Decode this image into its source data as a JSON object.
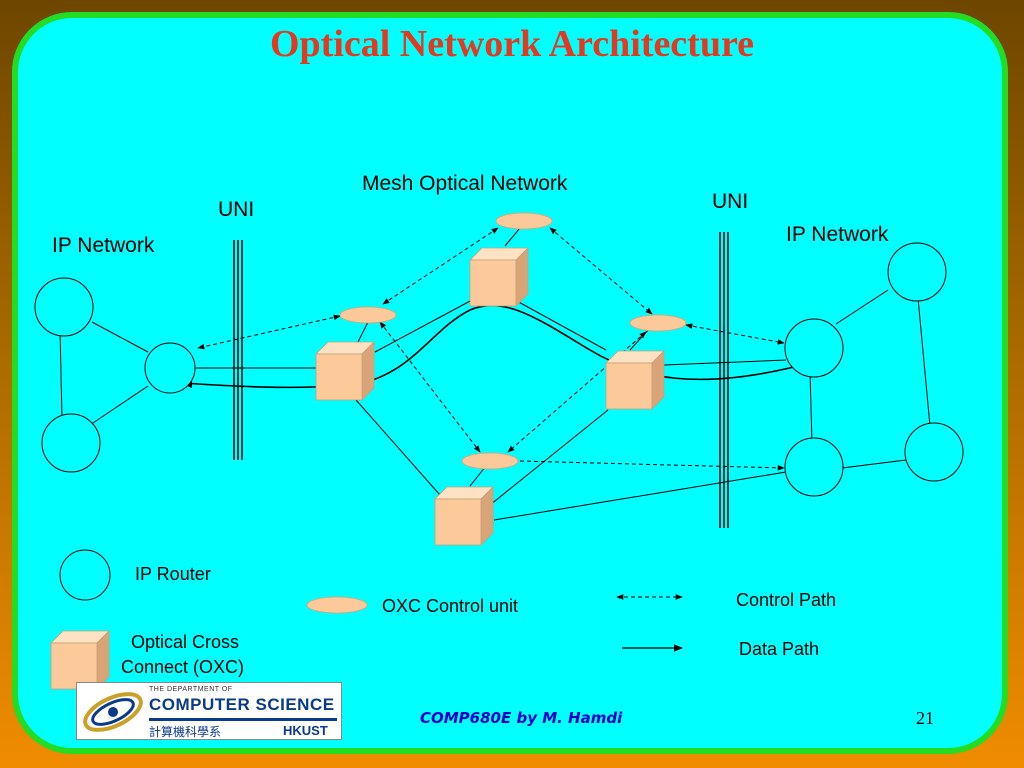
{
  "title": "Optical Network Architecture",
  "labels": {
    "mesh": "Mesh Optical Network",
    "uni_left": "UNI",
    "uni_right": "UNI",
    "ip_left": "IP Network",
    "ip_right": "IP Network"
  },
  "legend": {
    "ip_router": "IP Router",
    "oxc_control": "OXC Control unit",
    "oxc_line1": "Optical Cross",
    "oxc_line2": "Connect (OXC)",
    "control_path": "Control Path",
    "data_path": "Data Path"
  },
  "footer": {
    "course": "COMP680E by M. Hamdi",
    "page": "21"
  },
  "logo": {
    "small": "THE DEPARTMENT OF",
    "main": "COMPUTER SCIENCE",
    "chinese": "計算機科學系",
    "school": "HKUST"
  },
  "colors": {
    "background": "#00ffff",
    "border": "#22dd22",
    "title": "#e5391f",
    "node_fill": "#fbc99a"
  }
}
